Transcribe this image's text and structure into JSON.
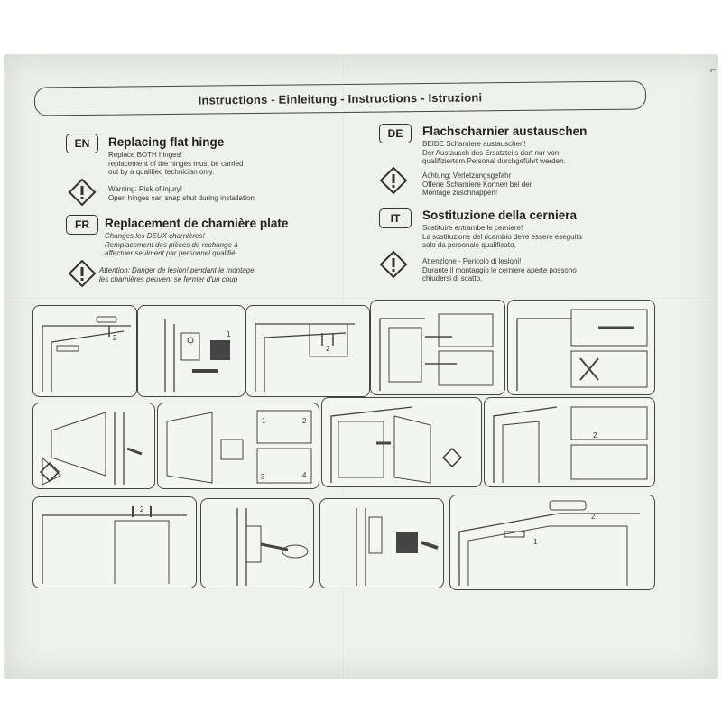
{
  "title": "Instructions  -  Einleitung - Instructions  - Istruzioni",
  "sections": {
    "en": {
      "code": "EN",
      "heading": "Replacing flat hinge",
      "body": "Replace BOTH hinges!\nreplacement of the hinges must be carried\nout by a qualified technician only.",
      "warning": "Warning: Risk of injury!\nOpen hinges can snap shut during installation"
    },
    "fr": {
      "code": "FR",
      "heading": "Replacement de charnière plate",
      "body": "Changes les DEUX charnières!\nRemplacement des pièces de rechange à\naffectuer seulment par personnel qualifié.",
      "warning": "Attention: Danger de lesion! pendant le montage\nles charnières peuvent se fermer d'un coup"
    },
    "de": {
      "code": "DE",
      "heading": "Flachscharnier austauschen",
      "body": "BEIDE Scharniere austauschen!\nDer Austausch des Ersatzteils darf nur von\nqualifiziertem Personal durchgeführt werden.",
      "warning": "Achtung: Verletzungsgefahr\nOffene Scharniere Konnen bei der\nMontage zuschnappen!"
    },
    "it": {
      "code": "IT",
      "heading": "Sostituzione della cerniera",
      "body": "Sostituire entrambe le cerniere!\nLa sostituzione del ricambio deve essere eseguita\nsolo da personale qualificato.",
      "warning": "Attenzione - Pericolo di lesioni!\nDurante il montaggio le cerniere aperte possono\nchiudersi di scatto."
    }
  },
  "icons": {
    "warning": "warning-diamond-icon"
  },
  "steps": {
    "n1": "1",
    "n2": "2",
    "n3": "3",
    "n4": "4"
  }
}
